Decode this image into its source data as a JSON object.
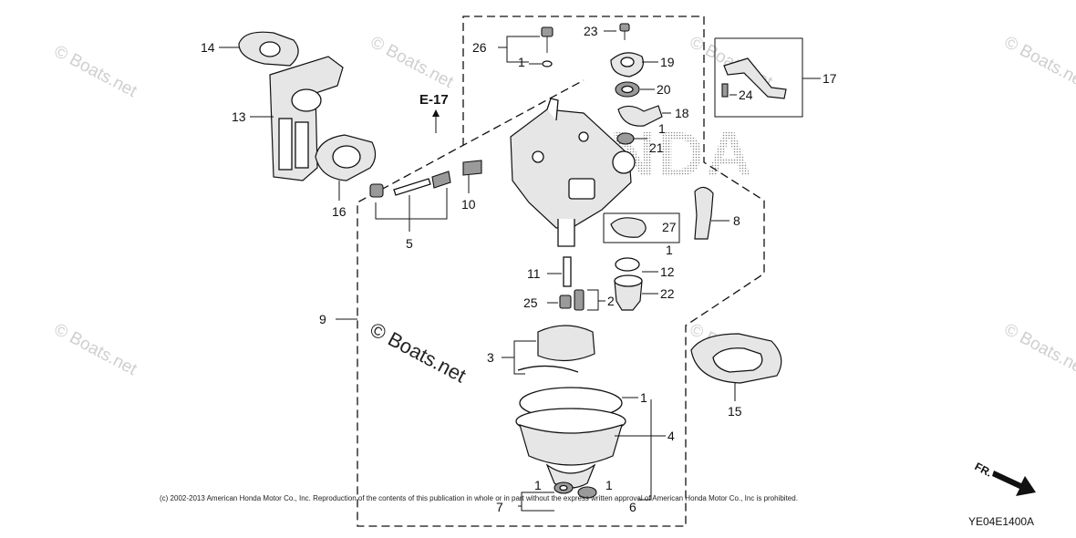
{
  "section_ref": "E-17",
  "callouts": {
    "c1a": "1",
    "c1b": "1",
    "c1c": "1",
    "c1d": "1",
    "c1e": "1",
    "c1f": "1",
    "c2": "2",
    "c3": "3",
    "c4": "4",
    "c5": "5",
    "c6": "6",
    "c7": "7",
    "c8": "8",
    "c9": "9",
    "c10": "10",
    "c11": "11",
    "c12": "12",
    "c13": "13",
    "c14": "14",
    "c15": "15",
    "c16": "16",
    "c17": "17",
    "c18": "18",
    "c19": "19",
    "c20": "20",
    "c21": "21",
    "c22": "22",
    "c23": "23",
    "c24": "24",
    "c25": "25",
    "c26": "26",
    "c27": "27"
  },
  "watermarks": {
    "small": "© Boats.net",
    "main": "© Boats.net"
  },
  "brand_background": "HONDA",
  "copyright": "(c) 2002-2013 American Honda Motor Co., Inc. Reproduction of the contents of this publication in whole or in part without the express written approval of American Honda Motor Co., Inc is prohibited.",
  "diagram_code": "YE04E1400A",
  "front_arrow_label": "FR.",
  "colors": {
    "ink": "#111111",
    "watermark": "#cfcfcf",
    "part_fill": "#e6e6e6"
  }
}
